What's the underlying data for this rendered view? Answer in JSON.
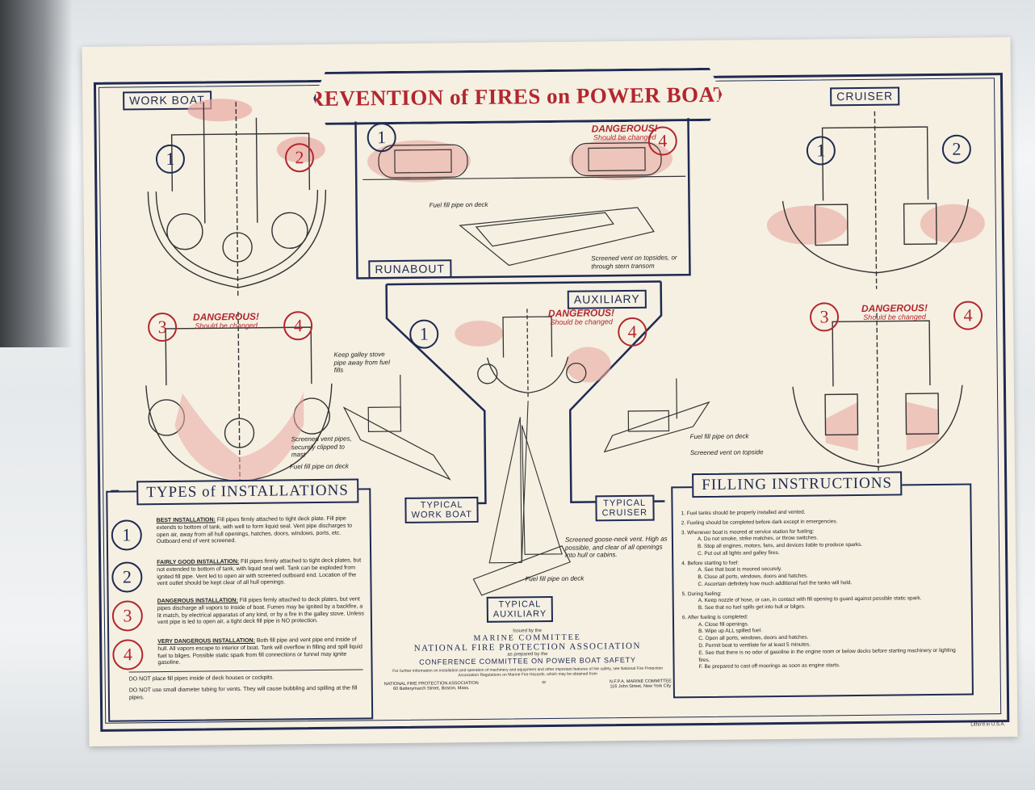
{
  "poster": {
    "title": "PREVENTION of FIRES on POWER BOATS",
    "labels": {
      "work_boat": "WORK BOAT",
      "cruiser": "CRUISER",
      "runabout": "RUNABOUT",
      "auxiliary": "AUXILIARY",
      "typical_work_boat_1": "TYPICAL",
      "typical_work_boat_2": "WORK BOAT",
      "typical_cruiser_1": "TYPICAL",
      "typical_cruiser_2": "CRUISER",
      "typical_auxiliary_1": "TYPICAL",
      "typical_auxiliary_2": "AUXILIARY"
    },
    "numbers": [
      "1",
      "2",
      "3",
      "4"
    ],
    "danger": {
      "main": "DANGEROUS!",
      "sub": "Should be changed"
    },
    "annotations": {
      "fuel_fill_pipe_on_deck": "Fuel fill pipe on deck",
      "screened_vent_topsides": "Screened vent on topsides, or through stern transom",
      "keep_galley": "Keep galley stove pipe away from fuel fills",
      "screened_vent_pipes": "Screened vent pipes, securely clipped to mast",
      "fuel_fill_deck_2": "Fuel fill pipe on deck",
      "fuel_fill_deck_cruiser": "Fuel fill pipe on deck",
      "screened_vent_topside": "Screened vent on topside",
      "gooseneck": "Screened goose-neck vent. High as possible, and clear of all openings into hull or cabins.",
      "fuel_fill_aux": "Fuel fill pipe on deck"
    },
    "types": {
      "heading": "TYPES of INSTALLATIONS",
      "items": [
        {
          "num": "1",
          "title": "BEST INSTALLATION:",
          "text": "Fill pipes firmly attached to tight deck plate. Fill pipe extends to bottom of tank, with well to form liquid seal. Vent pipe discharges to open air, away from all hull openings, hatches, doors, windows, ports, etc. Outboard end of vent screened."
        },
        {
          "num": "2",
          "title": "FAIRLY GOOD INSTALLATION:",
          "text": "Fill pipes firmly attached to tight deck plates, but not extended to bottom of tank, with liquid seal well. Tank can be exploded from ignited fill pipe. Vent led to open air with screened outboard end. Location of the vent outlet should be kept clear of all hull openings."
        },
        {
          "num": "3",
          "title": "DANGEROUS INSTALLATION:",
          "text": "Fill pipes firmly attached to deck plates, but vent pipes discharge all vapors to inside of boat. Fumes may be ignited by a backfire, a lit match, by electrical apparatus of any kind, or by a fire in the galley stove. Unless vent pipe is led to open air, a tight deck fill pipe is NO protection."
        },
        {
          "num": "4",
          "title": "VERY DANGEROUS INSTALLATION:",
          "text": "Both fill pipe and vent pipe end inside of hull. All vapors escape to interior of boat. Tank will overflow in filling and spill liquid fuel to bilges. Possible static spark from fill connections or funnel may ignite gasoline."
        }
      ],
      "notes": [
        "DO NOT place fill pipes inside of deck houses or cockpits.",
        "DO NOT use small diameter tubing for vents. They will cause bubbling and spilling at the fill pipes."
      ]
    },
    "filling": {
      "heading": "FILLING INSTRUCTIONS",
      "lines": [
        "1. Fuel tanks should be properly installed and vented.",
        "2. Fueling should be completed before dark except in emergencies.",
        "3. Whenever boat is moored at service station for fueling:",
        "A. Do not smoke, strike matches, or throw switches.",
        "B. Stop all engines, motors, fans, and devices liable to produce sparks.",
        "C. Put out all lights and galley fires.",
        "4. Before starting to fuel:",
        "A. See that boat is moored securely.",
        "B. Close all ports, windows, doors and hatches.",
        "C. Ascertain definitely how much additional fuel the tanks will hold.",
        "5. During fueling:",
        "A. Keep nozzle of hose, or can, in contact with fill opening to guard against possible static spark.",
        "B. See that no fuel spills get into hull or bilges.",
        "6. After fueling is completed:",
        "A. Close fill openings.",
        "B. Wipe up ALL spilled fuel.",
        "C. Open all ports, windows, doors and hatches.",
        "D. Permit boat to ventilate for at least 5 minutes.",
        "E. See that there is no odor of gasoline in the engine room or below decks before starting machinery or lighting fires.",
        "F. Be prepared to cast off moorings as soon as engine starts."
      ]
    },
    "issuer": {
      "issued_by": "Issued by the",
      "committee": "MARINE COMMITTEE",
      "association": "NATIONAL FIRE PROTECTION ASSOCIATION",
      "prepared": "as prepared by the",
      "conference": "CONFERENCE COMMITTEE ON POWER BOAT SAFETY",
      "further": "For further information on installation and operation of machinery and equipment and other important features of fire safety, see National Fire Protection Association Regulations on Marine Fire Hazards, which may be obtained from",
      "addr_left_1": "NATIONAL FIRE PROTECTION ASSOCIATION",
      "addr_left_2": "60 Batterymarch Street, Boston, Mass.",
      "or": "or",
      "addr_right_1": "N.F.P.A. MARINE COMMITTEE",
      "addr_right_2": "116 John Street, New York City"
    },
    "litho": "Litho'd in U.S.A."
  }
}
